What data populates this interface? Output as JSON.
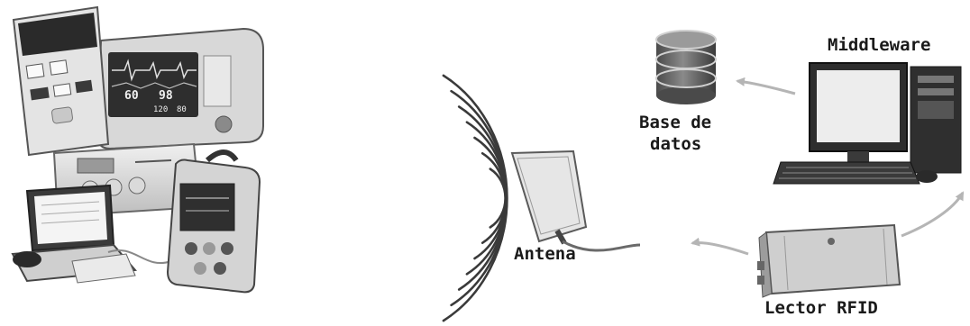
{
  "labels": {
    "middleware": "Middleware",
    "base_de_datos_line1": "Base de",
    "base_de_datos_line2": "datos",
    "antena": "Antena",
    "lector_rfid": "Lector RFID"
  },
  "devices": {
    "monitor_screen_values": [
      "60",
      "98",
      "120",
      "80"
    ]
  },
  "icons": [
    "medical-devices-group",
    "rf-wave-icon",
    "antenna-icon",
    "database-icon",
    "desktop-computer-icon",
    "rfid-reader-icon",
    "arrow-icon"
  ],
  "colors": {
    "background": "#ffffff",
    "arrow": "#b5b5b5",
    "text": "#1a1a1a",
    "device_dark": "#3a3a3a",
    "device_light": "#d9d9d9"
  }
}
